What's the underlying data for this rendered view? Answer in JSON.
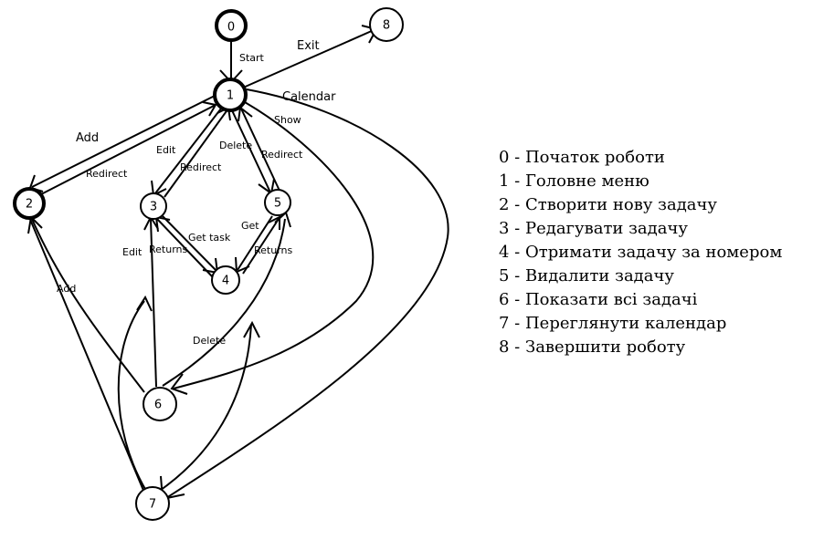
{
  "diagram": {
    "nodes": [
      {
        "id": "0",
        "label": "0"
      },
      {
        "id": "1",
        "label": "1"
      },
      {
        "id": "2",
        "label": "2"
      },
      {
        "id": "3",
        "label": "3"
      },
      {
        "id": "4",
        "label": "4"
      },
      {
        "id": "5",
        "label": "5"
      },
      {
        "id": "6",
        "label": "6"
      },
      {
        "id": "7",
        "label": "7"
      },
      {
        "id": "8",
        "label": "8"
      }
    ],
    "edges": [
      {
        "from": "0",
        "to": "1",
        "label": "Start"
      },
      {
        "from": "1",
        "to": "8",
        "label": "Exit"
      },
      {
        "from": "1",
        "to": "7",
        "label": "Calendar"
      },
      {
        "from": "1",
        "to": "2",
        "label": "Add"
      },
      {
        "from": "2",
        "to": "1",
        "label": "Redirect"
      },
      {
        "from": "1",
        "to": "3",
        "label": "Edit"
      },
      {
        "from": "3",
        "to": "1",
        "label": "Redirect"
      },
      {
        "from": "1",
        "to": "5",
        "label": "Delete"
      },
      {
        "from": "5",
        "to": "1",
        "label": "Redirect"
      },
      {
        "from": "1",
        "to": "6",
        "label": "Show"
      },
      {
        "from": "3",
        "to": "4",
        "label": "Get task"
      },
      {
        "from": "4",
        "to": "3",
        "label": "Returns"
      },
      {
        "from": "5",
        "to": "4",
        "label": "Get"
      },
      {
        "from": "4",
        "to": "5",
        "label": "Returns"
      },
      {
        "from": "6",
        "to": "3",
        "label": "Edit"
      },
      {
        "from": "6",
        "to": "2",
        "label": "Add"
      },
      {
        "from": "6",
        "to": "5",
        "label": "Delete"
      },
      {
        "from": "7",
        "to": "2",
        "label": ""
      },
      {
        "from": "7",
        "to": "3",
        "label": ""
      },
      {
        "from": "7",
        "to": "5",
        "label": ""
      }
    ]
  },
  "legend": [
    "0 - Початок роботи",
    "1 - Головне меню",
    "2 - Створити нову задачу",
    "3 - Редагувати задачу",
    "4 - Отримати задачу за номером",
    "5 - Видалити задачу",
    "6 - Показати всі задачі",
    "7 - Переглянути календар",
    "8 - Завершити роботу"
  ]
}
